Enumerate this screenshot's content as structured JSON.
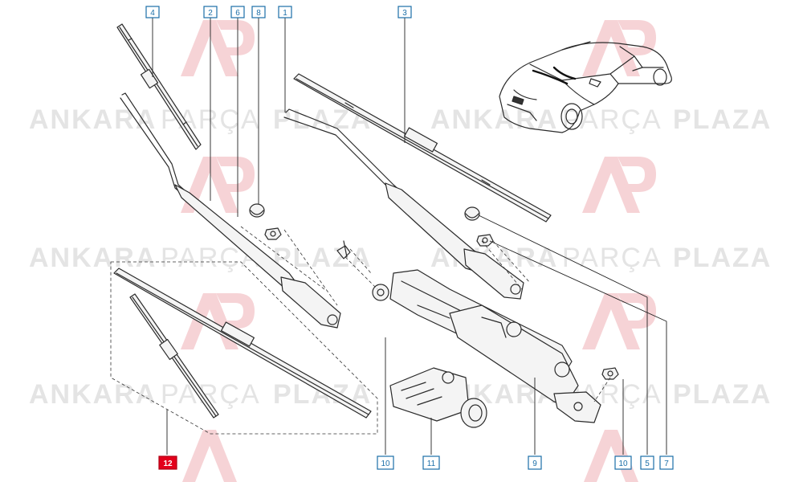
{
  "watermark": {
    "brand_a": "ANKARA",
    "brand_b": "PARÇA",
    "brand_c": "PLAZA",
    "logo_text": "AP",
    "color_light": "#e8e8e8",
    "color_logo": "#f3c9cc"
  },
  "callouts": {
    "c1": "1",
    "c2": "2",
    "c3": "3",
    "c4": "4",
    "c5": "5",
    "c6": "6",
    "c7": "7",
    "c8": "8",
    "c9": "9",
    "c10a": "10",
    "c10b": "10",
    "c11": "11",
    "c12": "12"
  },
  "colors": {
    "callout_border": "#1c6fa8",
    "highlight": "#e3001b"
  }
}
